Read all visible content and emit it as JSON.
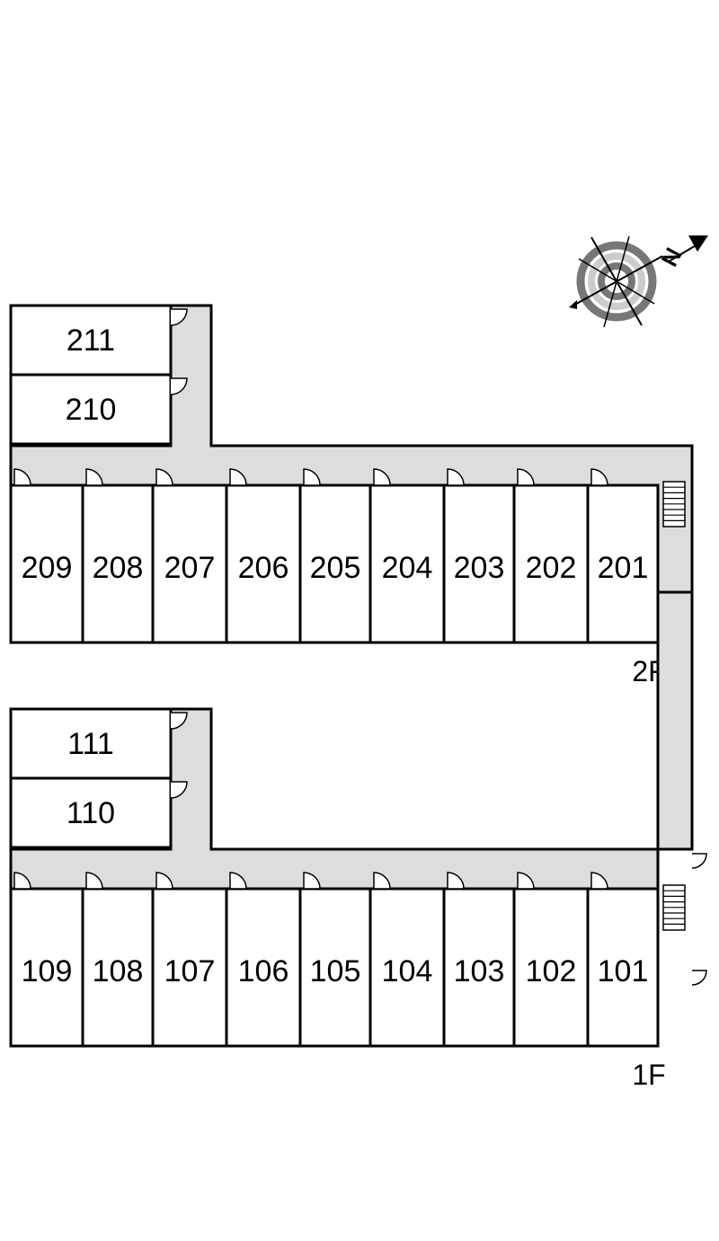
{
  "compass": {
    "letter": "N",
    "ring_dark": "#777777",
    "ring_light": "#cccccc"
  },
  "colors": {
    "corridor": "#dddddd",
    "wall": "#000000",
    "room": "#ffffff"
  },
  "floors": [
    {
      "id": "2F",
      "label": "2F",
      "row_units": [
        "209",
        "208",
        "207",
        "206",
        "205",
        "204",
        "203",
        "202",
        "201"
      ],
      "wing_units": [
        "211",
        "210"
      ]
    },
    {
      "id": "1F",
      "label": "1F",
      "row_units": [
        "109",
        "108",
        "107",
        "106",
        "105",
        "104",
        "103",
        "102",
        "101"
      ],
      "wing_units": [
        "111",
        "110"
      ]
    }
  ]
}
